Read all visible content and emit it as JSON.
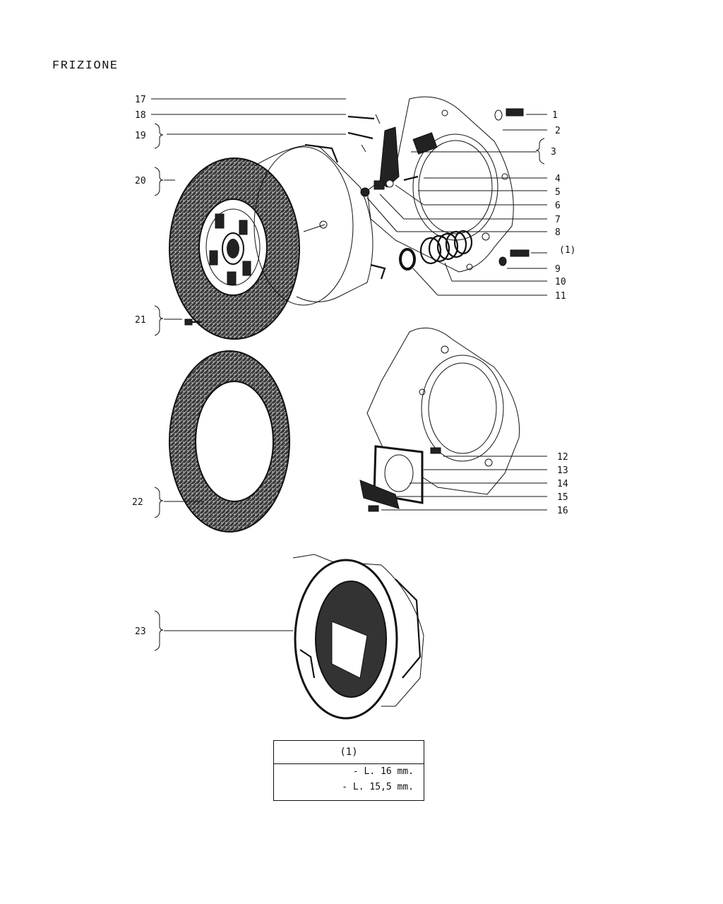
{
  "title": "FRIZIONE",
  "callouts": {
    "c1": "1",
    "c2": "2",
    "c3": "3",
    "c4": "4",
    "c5": "5",
    "c6": "6",
    "c7": "7",
    "c8": "8",
    "c9": "9",
    "c10": "10",
    "c11": "11",
    "c12": "12",
    "c13": "13",
    "c14": "14",
    "c15": "15",
    "c16": "16",
    "c17": "17",
    "c18": "18",
    "c19": "19",
    "c20": "20",
    "c21": "21",
    "c22": "22",
    "c23": "23",
    "note_ref": "(1)"
  },
  "note_table": {
    "header": "(1)",
    "rows": [
      "- L. 16 mm.",
      "- L. 15,5 mm."
    ]
  }
}
